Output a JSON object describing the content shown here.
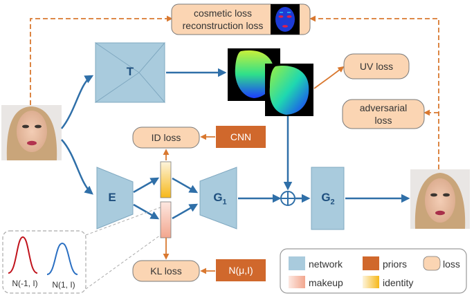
{
  "losses": {
    "cosmetic": "cosmetic loss",
    "reconstruction": "reconstruction loss",
    "uv": "UV loss",
    "adversarial_line1": "adversarial",
    "adversarial_line2": "loss",
    "id": "ID loss",
    "kl": "KL loss"
  },
  "priors": {
    "cnn": "CNN",
    "normal": "N(μ,I)"
  },
  "networks": {
    "t": "T",
    "e": "E",
    "g1_main": "G",
    "g1_sub": "1",
    "g2_main": "G",
    "g2_sub": "2"
  },
  "distributions": {
    "left": "N(-1, I)",
    "right": "N(1, I)"
  },
  "legend": {
    "network": "network",
    "priors": "priors",
    "loss": "loss",
    "makeup": "makeup",
    "identity": "identity"
  },
  "colors": {
    "network_fill": "#a9cbdd",
    "prior_fill": "#d0682c",
    "loss_fill": "#fbd5b3",
    "arrow_blue": "#2f6fa8",
    "arrow_orange": "#d9782f"
  }
}
